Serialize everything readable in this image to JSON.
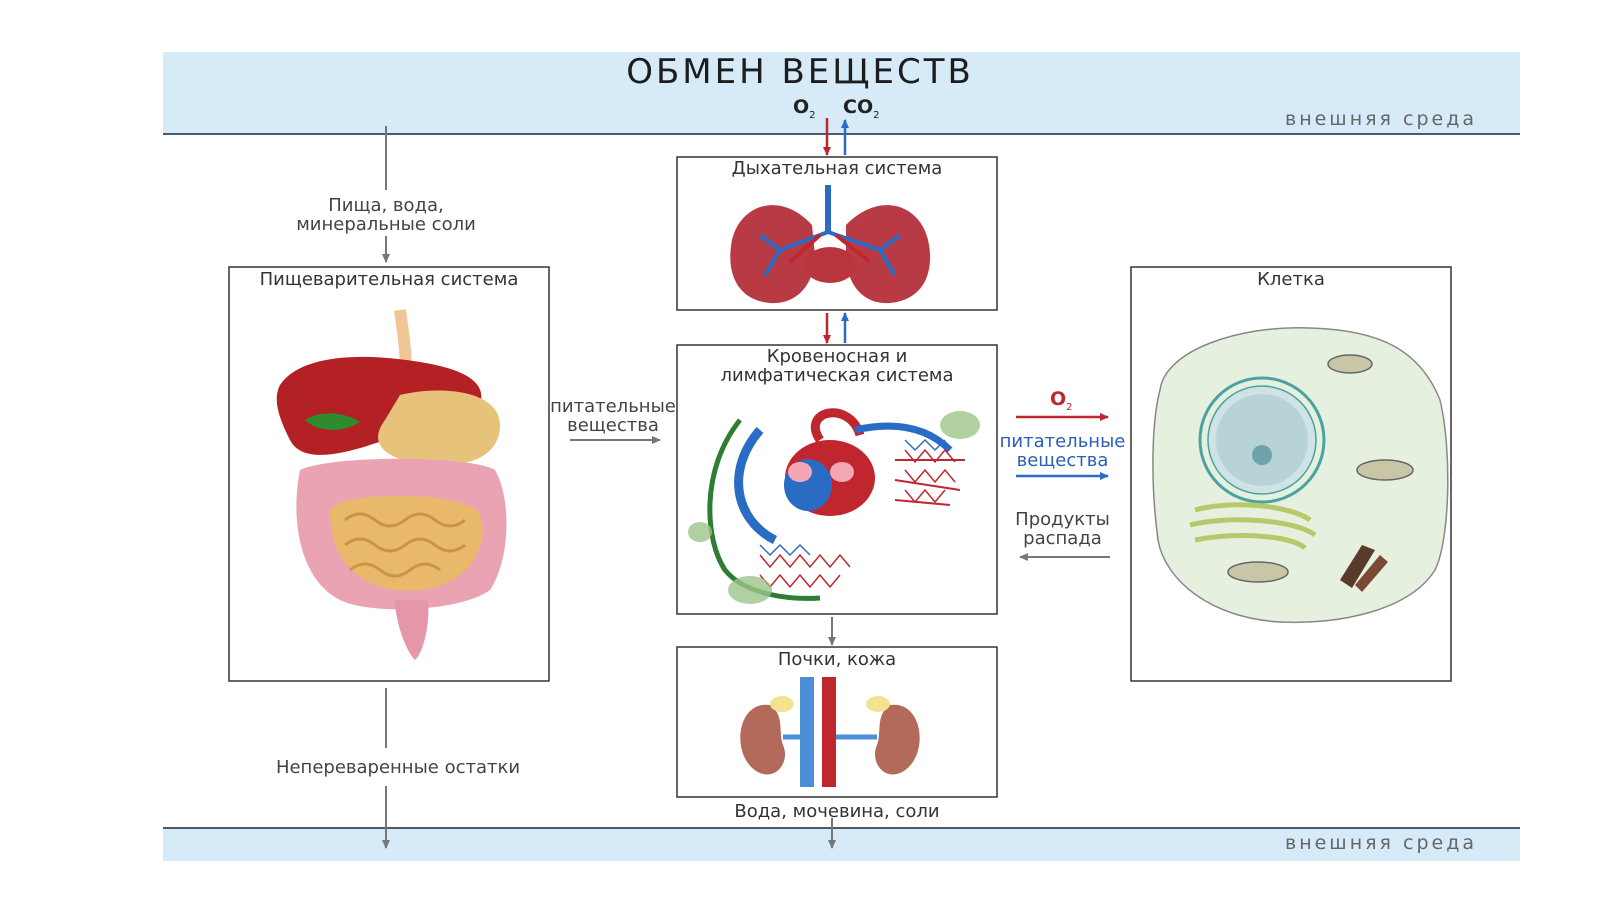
{
  "title": "ОБМЕН ВЕЩЕСТВ",
  "environment": {
    "top_label": "внешняя среда",
    "bottom_label": "внешняя среда"
  },
  "gases_top": {
    "o2": "O",
    "o2_sub": "2",
    "co2": "CO",
    "co2_sub": "2"
  },
  "digestive": {
    "title": "Пищеварительная система",
    "input_line1": "Пища, вода,",
    "input_line2": "минеральные соли",
    "output_label": "Непереваренные остатки"
  },
  "respiratory": {
    "title": "Дыхательная система"
  },
  "circulatory": {
    "title_line1": "Кровеносная и",
    "title_line2": "лимфатическая система",
    "from_digestive_line1": "питательные",
    "from_digestive_line2": "вещества"
  },
  "cell": {
    "title": "Клетка",
    "o2": "O",
    "o2_sub": "2",
    "nutrients_line1": "питательные",
    "nutrients_line2": "вещества",
    "waste_line1": "Продукты",
    "waste_line2": "распада"
  },
  "excretory": {
    "title": "Почки, кожа",
    "output_label": "Вода, мочевина, соли"
  },
  "colors": {
    "band": "#d6eaf8",
    "red_arrow": "#c0262d",
    "blue_arrow": "#2a6cc4",
    "gray_arrow": "#777777"
  }
}
